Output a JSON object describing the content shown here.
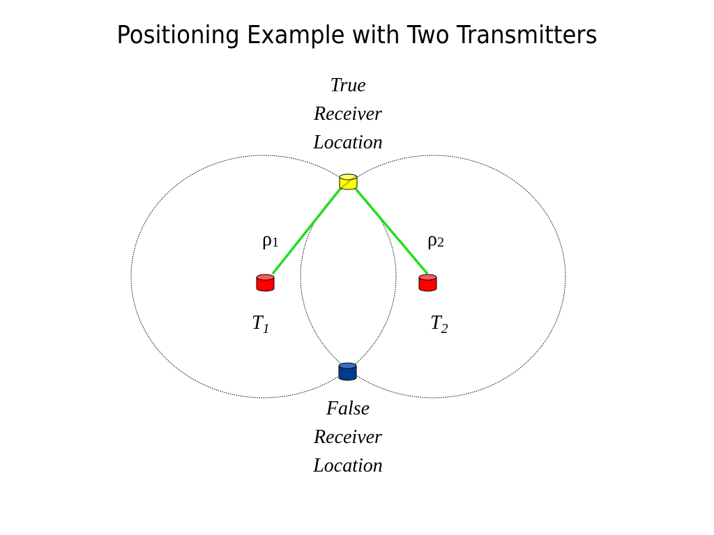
{
  "title": "Positioning Example with Two Transmitters",
  "true_receiver": {
    "line1": "True",
    "line2": "Receiver",
    "line3": "Location"
  },
  "false_receiver": {
    "line1": "False",
    "line2": "Receiver",
    "line3": "Location"
  },
  "transmitter_1": {
    "letter": "T",
    "index": "1"
  },
  "transmitter_2": {
    "letter": "T",
    "index": "2"
  },
  "range_1": {
    "symbol": "ρ",
    "index": "1"
  },
  "range_2": {
    "symbol": "ρ",
    "index": "2"
  },
  "colors": {
    "transmitter": "#ff0000",
    "true_receiver": "#ffff00",
    "false_receiver": "#003c8c",
    "range_line": "#22dd22",
    "circle": "#000000"
  }
}
